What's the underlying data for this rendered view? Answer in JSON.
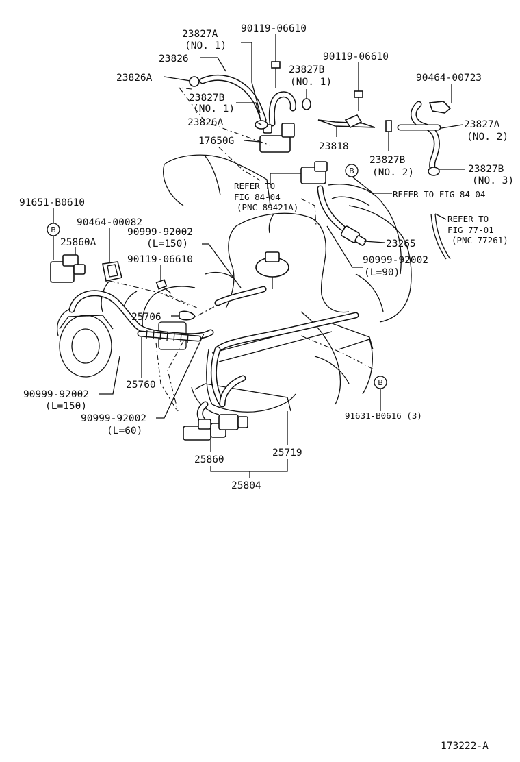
{
  "diagram_id": "173222-A",
  "ref_marker": "B",
  "labels": {
    "p23827A_1": "23827A",
    "p23827A_1_sub": "(NO. 1)",
    "p90119_top": "90119-06610",
    "p23826": "23826",
    "p23826A_top": "23826A",
    "p90119_mid": "90119-06610",
    "p23827B_1": "23827B",
    "p23827B_1_sub": "(NO. 1)",
    "p90464_top": "90464-00723",
    "p23827B_left": "23827B",
    "p23827B_left_sub": "(NO. 1)",
    "p23826A_mid": "23826A",
    "p23827A_2": "23827A",
    "p23827A_2_sub": "(NO. 2)",
    "p17650G": "17650G",
    "p23818": "23818",
    "p23827B_2": "23827B",
    "p23827B_2_sub": "(NO. 2)",
    "p23827B_3": "23827B",
    "p23827B_3_sub": "(NO. 3)",
    "refer_1_a": "REFER TO",
    "refer_1_b": "FIG 84-04",
    "refer_1_c": "(PNC 89421A)",
    "refer_2": "REFER TO FIG 84-04",
    "p91651": "91651-B0610",
    "refer_3_a": "REFER TO",
    "refer_3_b": "FIG 77-01",
    "refer_3_c": "(PNC 77261)",
    "p90464_mid": "90464-00082",
    "p90999_a": "90999-92002",
    "p90999_a_sub": "(L=150)",
    "p25860A": "25860A",
    "p23265": "23265",
    "p90119_low": "90119-06610",
    "p90999_b": "90999-92002",
    "p90999_b_sub": "(L=90)",
    "p25706": "25706",
    "p25760": "25760",
    "p90999_c": "90999-92002",
    "p90999_c_sub": "(L=150)",
    "p91631": "91631-B0616 (3)",
    "p90999_d": "90999-92002",
    "p90999_d_sub": "(L=60)",
    "p25860": "25860",
    "p25719": "25719",
    "p25804": "25804"
  }
}
